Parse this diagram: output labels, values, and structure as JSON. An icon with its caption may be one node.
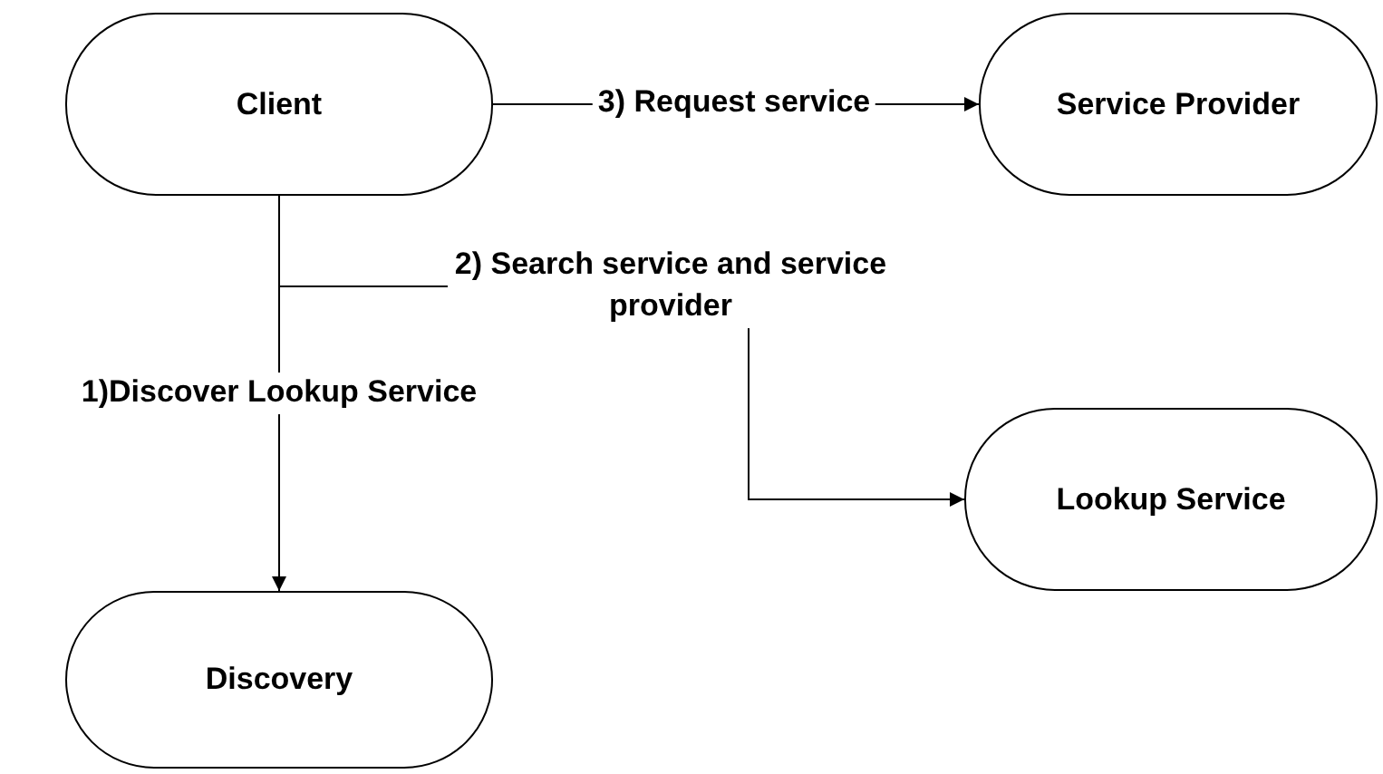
{
  "diagram": {
    "nodes": [
      {
        "text": [
          "Client"
        ]
      },
      {
        "text": [
          "Service Provider"
        ]
      },
      {
        "text": [
          "Lookup Service"
        ]
      },
      {
        "text": [
          "Discovery"
        ]
      }
    ],
    "edges": [
      {
        "from": 0,
        "to": 3,
        "arrow": "to",
        "label": "1)Discover Lookup Service"
      },
      {
        "from": 0,
        "to": 2,
        "arrow": "to",
        "label": "2) Search service and service provider"
      },
      {
        "from": 0,
        "to": 1,
        "arrow": "to",
        "label": "3) Request service"
      }
    ]
  }
}
